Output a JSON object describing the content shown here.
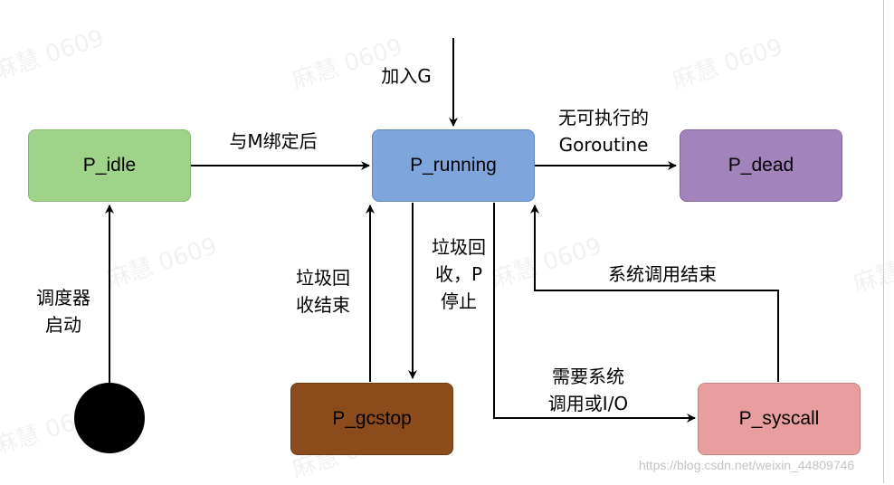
{
  "nodes": {
    "idle": {
      "label": "P_idle",
      "fill": "#a0d38a",
      "stroke": "#84b86e"
    },
    "running": {
      "label": "P_running",
      "fill": "#7ea6dc",
      "stroke": "#5f88c2"
    },
    "dead": {
      "label": "P_dead",
      "fill": "#a283bb",
      "stroke": "#8466a0"
    },
    "gcstop": {
      "label": "P_gcstop",
      "fill": "#8b4b1b",
      "stroke": "#6d3a12"
    },
    "syscall": {
      "label": "P_syscall",
      "fill": "#e89e9e",
      "stroke": "#c98383"
    }
  },
  "edges": {
    "add_g": {
      "lines": [
        "加入G"
      ]
    },
    "bind_m": {
      "lines": [
        "与M绑定后"
      ]
    },
    "no_goroutine": {
      "lines": [
        "无可执行的",
        "Goroutine"
      ]
    },
    "sched_start": {
      "lines": [
        "调度器",
        "启动"
      ]
    },
    "gc_end": {
      "lines": [
        "垃圾回",
        "收结束"
      ]
    },
    "gc_stop": {
      "lines": [
        "垃圾回",
        "收，P",
        "停止"
      ]
    },
    "syscall_end": {
      "lines": [
        "系统调用结束"
      ]
    },
    "need_syscall": {
      "lines": [
        "需要系统",
        "调用或I/O"
      ]
    }
  },
  "watermark": {
    "text": "麻慧 0609",
    "footer": "https://blog.csdn.net/weixin_44809746"
  }
}
